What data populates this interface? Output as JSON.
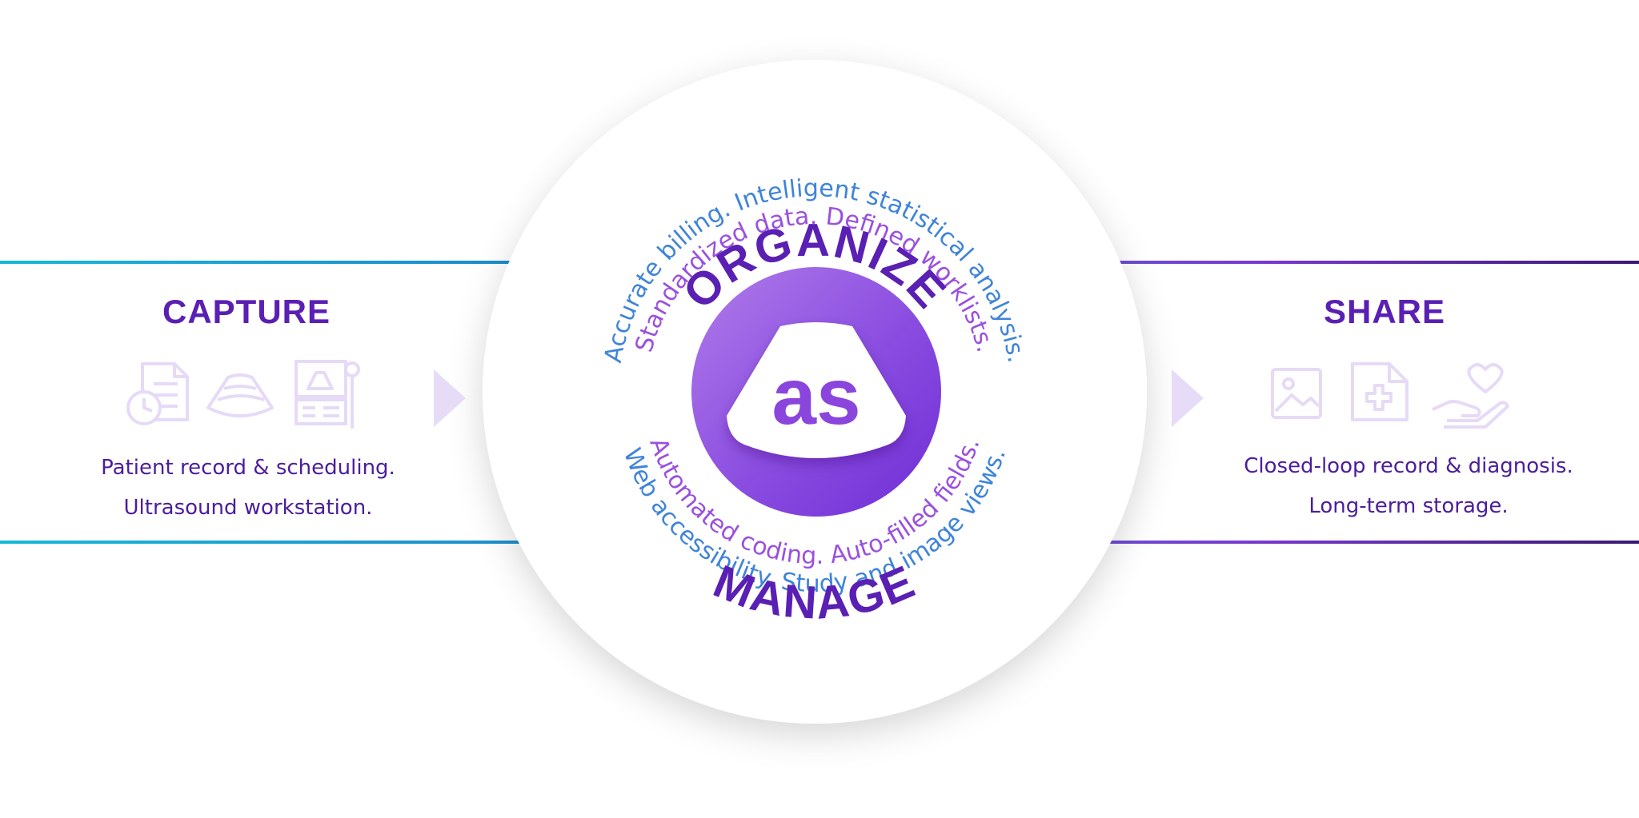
{
  "capture": {
    "title": "CAPTURE",
    "lines": [
      "Patient record & scheduling.",
      "Ultrasound workstation."
    ],
    "icons": [
      "document-clock-icon",
      "ultrasound-scan-icon",
      "ultrasound-machine-icon"
    ]
  },
  "share": {
    "title": "SHARE",
    "lines": [
      "Closed-loop record & diagnosis.",
      "Long-term storage."
    ],
    "icons": [
      "image-icon",
      "medical-file-icon",
      "heart-hand-icon"
    ]
  },
  "circle": {
    "top_title": "ORGANIZE",
    "bottom_title": "MANAGE",
    "top_outer": "Accurate billing. Intelligent statistical analysis.",
    "top_inner": "Standardized data. Defined worklists.",
    "bottom_inner": "Automated coding. Auto-filled fields.",
    "bottom_outer": "Web accessibility. Study and image views.",
    "logo_text": "as"
  },
  "colors": {
    "brand_purple": "#5a1fb3",
    "text_purple": "#4b1d9c",
    "accent_blue": "#3a86d9",
    "inner_purple": "#9a4fe0",
    "cyan": "#17b4d6",
    "violet": "#6a35c8",
    "icon_faded": "#e6daf7",
    "arrow_faded": "#e7dcf8"
  }
}
